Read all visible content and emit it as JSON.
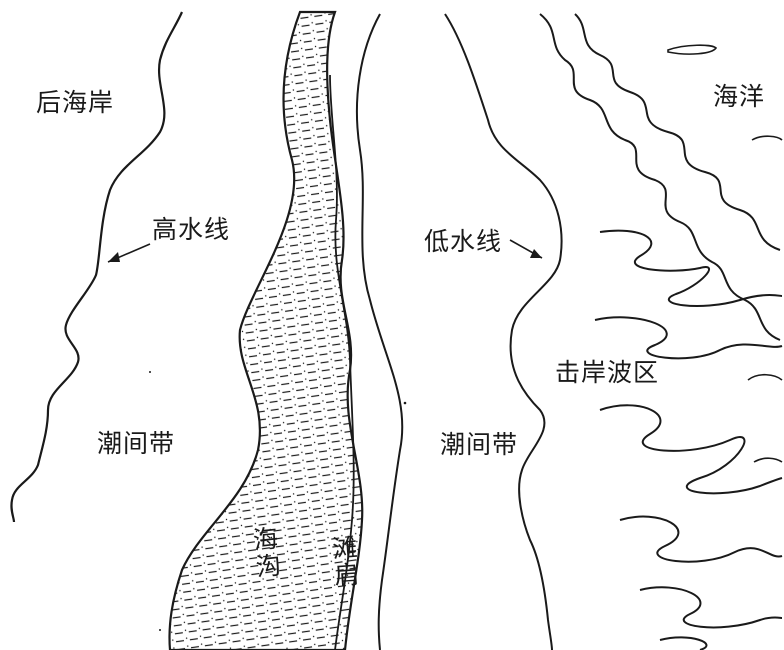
{
  "diagram": {
    "labels": {
      "backshore": "后海岸",
      "high_water_line": "高水线",
      "low_water_line": "低水线",
      "intertidal_left": "潮间带",
      "intertidal_right": "潮间带",
      "surf_zone": "击岸波区",
      "ocean": "海洋",
      "trough": "海沟",
      "berm": "滩肩"
    },
    "colors": {
      "ink": "#1a1a1a",
      "background": "#ffffff"
    }
  }
}
